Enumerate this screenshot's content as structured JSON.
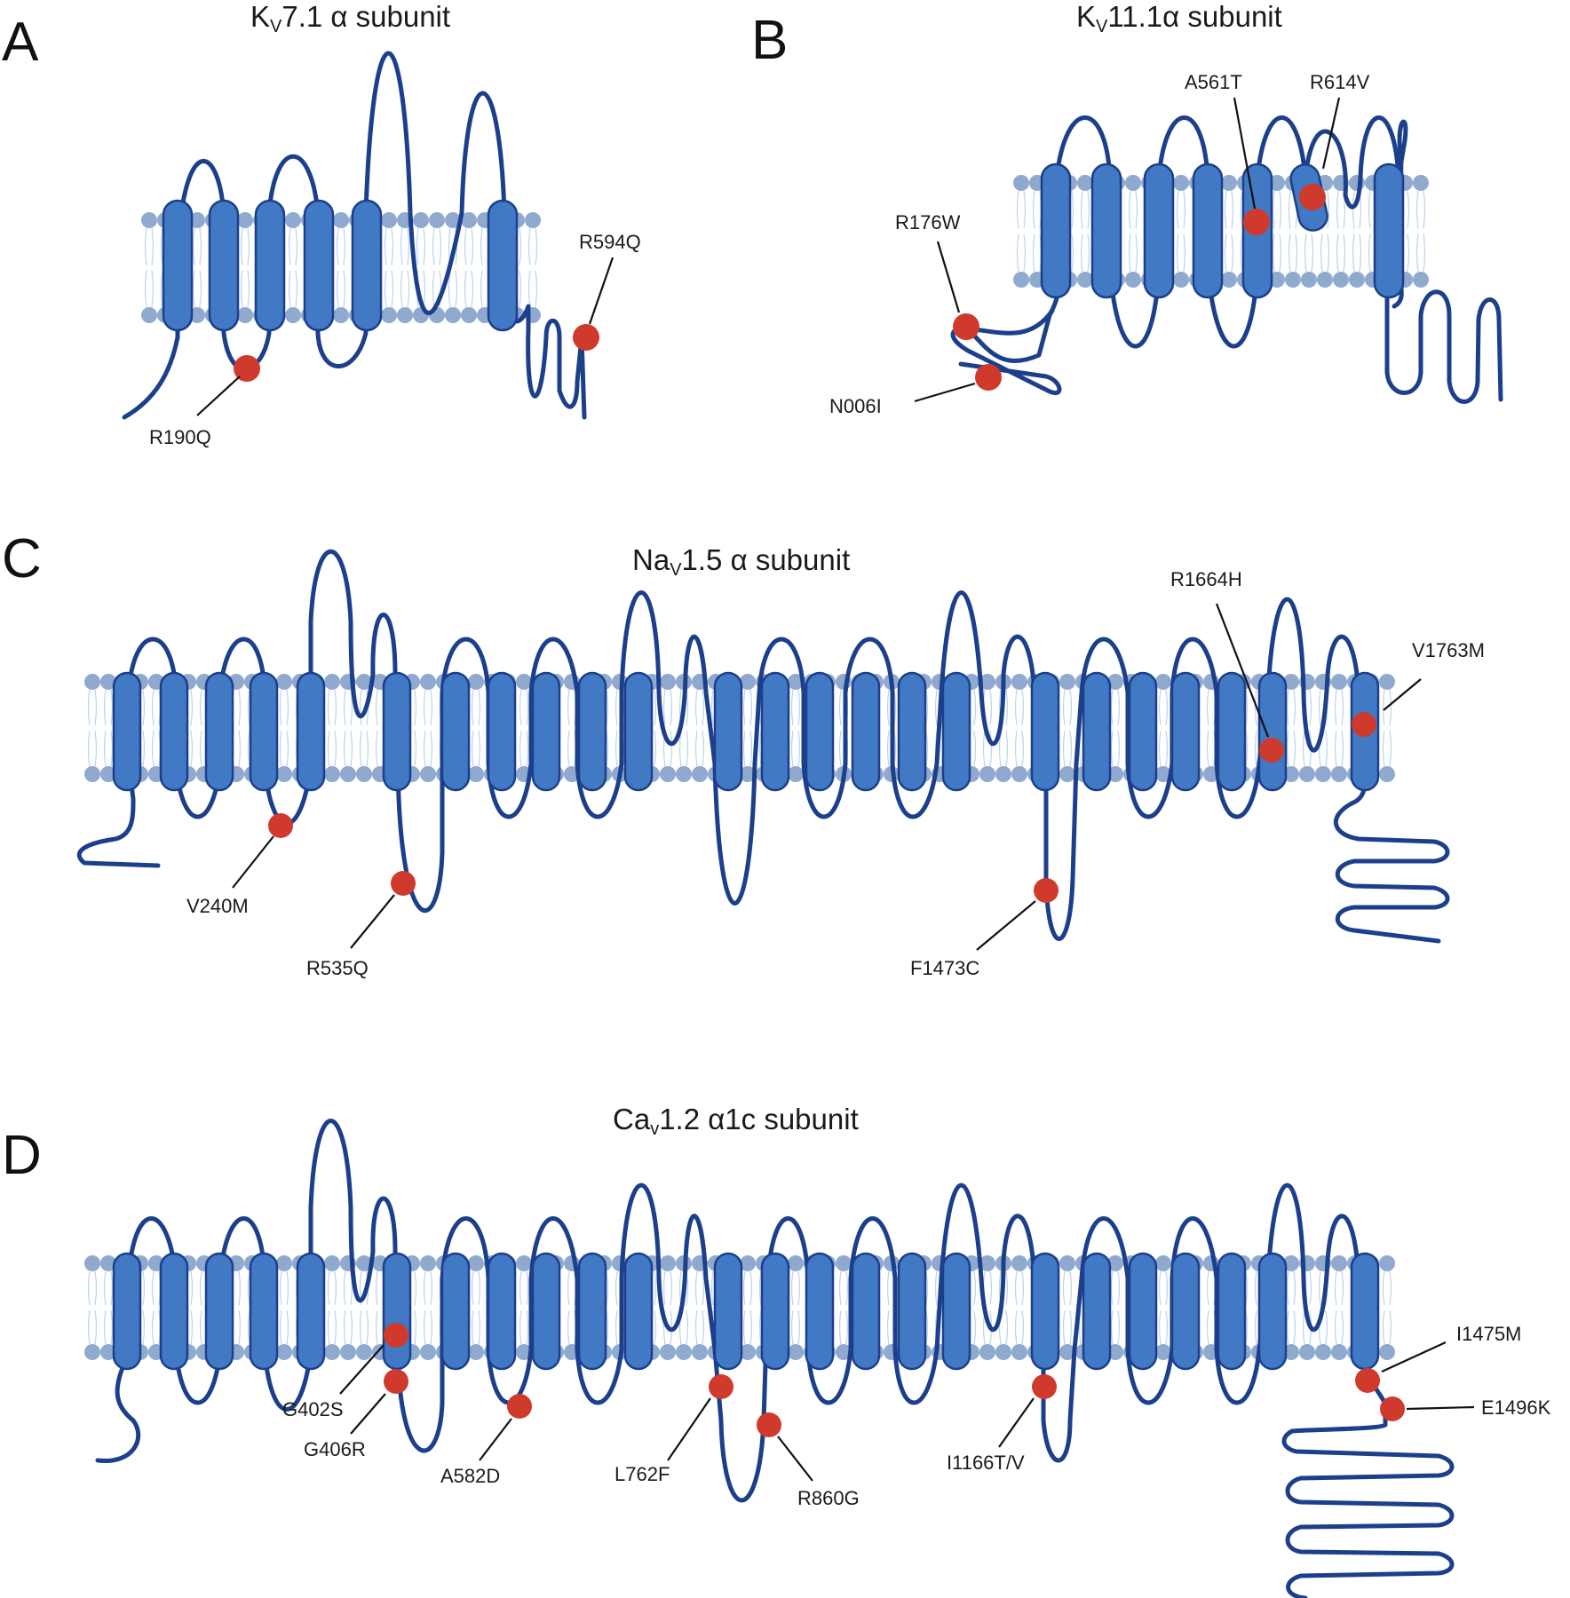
{
  "colors": {
    "helix_fill": "#4179c4",
    "helix_outline": "#1c3f8c",
    "chain": "#1c3f8c",
    "lipid_head": "#8fa9cf",
    "lipid_tail": "#bcd3ee",
    "mutation_dot": "#cf3a2d",
    "text": "#1a1a1a"
  },
  "panels": {
    "A": {
      "letter": "A",
      "title": {
        "pre": "K",
        "sub": "V",
        "post": "7.1 α subunit"
      },
      "mutations": [
        "R190Q",
        "R594Q"
      ]
    },
    "B": {
      "letter": "B",
      "title": {
        "pre": "K",
        "sub": "V",
        "post": "11.1α subunit"
      },
      "mutations": [
        "A561T",
        "R614V",
        "R176W",
        "N006I"
      ]
    },
    "C": {
      "letter": "C",
      "title": {
        "pre": "Na",
        "sub": "V",
        "post": "1.5 α subunit"
      },
      "mutations": [
        "R1664H",
        "V1763M",
        "V240M",
        "R535Q",
        "F1473C"
      ]
    },
    "D": {
      "letter": "D",
      "title": {
        "pre": "Ca",
        "sub": "v",
        "post": "1.2 α1c subunit"
      },
      "mutations": [
        "G402S",
        "G406R",
        "A582D",
        "L762F",
        "R860G",
        "I1166T/V",
        "I1475M",
        "E1496K"
      ]
    }
  }
}
